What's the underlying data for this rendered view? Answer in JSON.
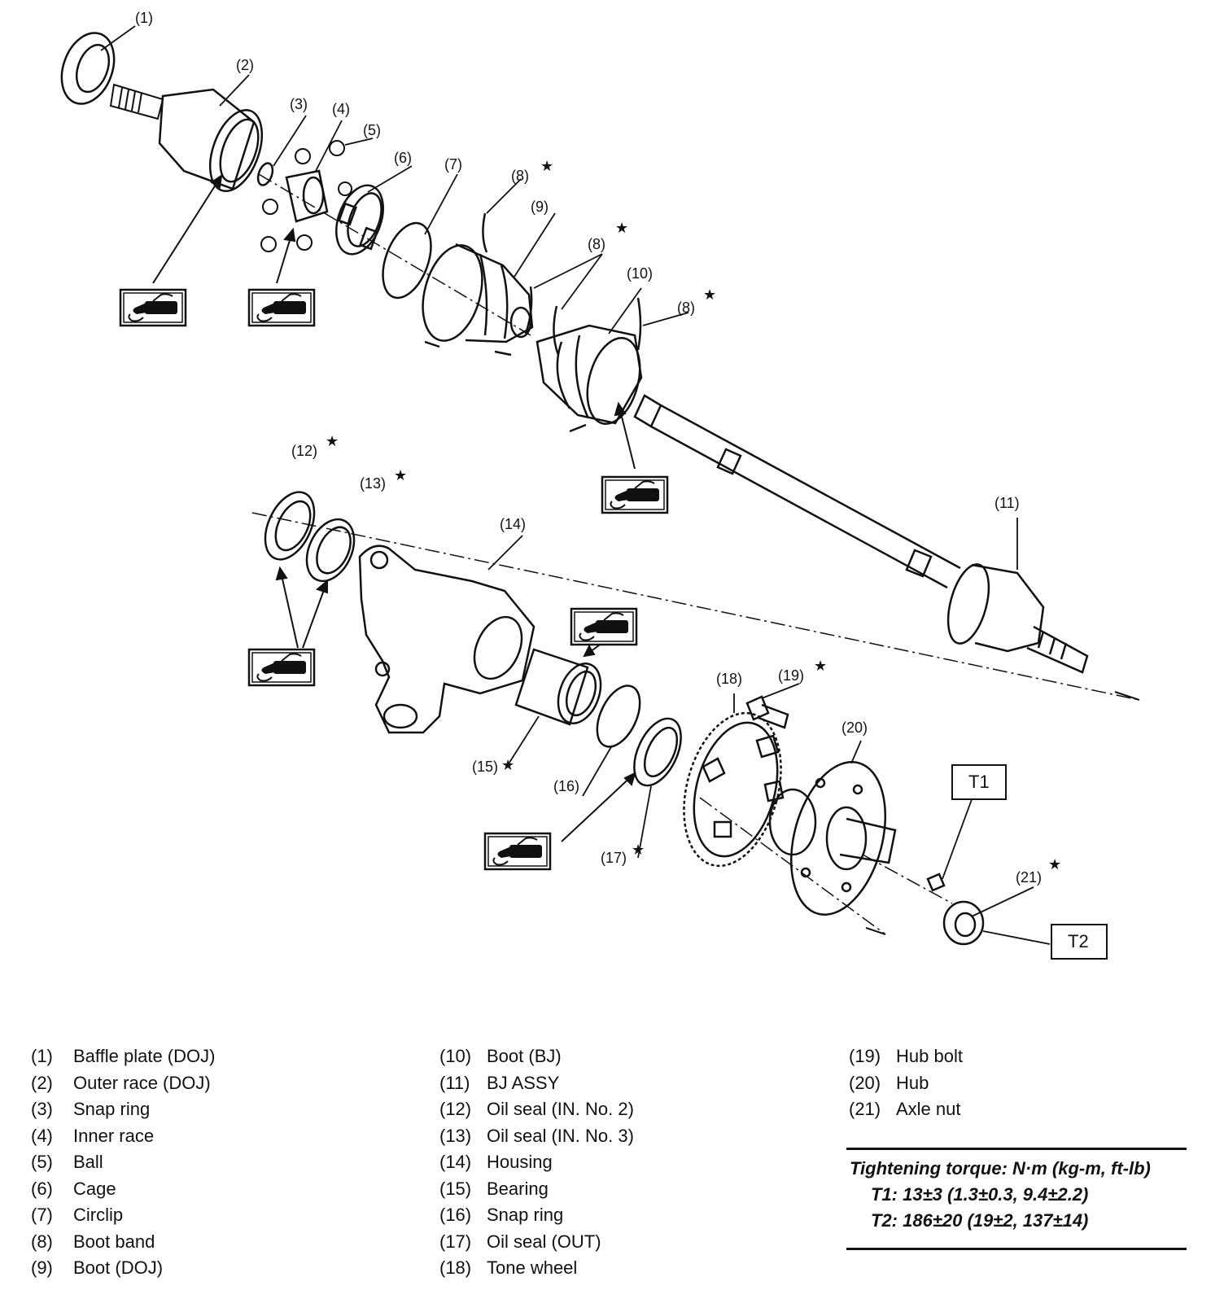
{
  "diagram": {
    "callouts": [
      "(1)",
      "(2)",
      "(3)",
      "(4)",
      "(5)",
      "(6)",
      "(7)",
      "(8)",
      "(9)",
      "(8)",
      "(10)",
      "(8)",
      "(11)",
      "(12)",
      "(13)",
      "(14)",
      "(15)",
      "(16)",
      "(17)",
      "(18)",
      "(19)",
      "(20)",
      "(21)"
    ],
    "star": "★",
    "torque_boxes": {
      "t1": "T1",
      "t2": "T2"
    }
  },
  "legend": {
    "col1": [
      {
        "num": "(1)",
        "label": "Baffle plate (DOJ)"
      },
      {
        "num": "(2)",
        "label": "Outer race (DOJ)"
      },
      {
        "num": "(3)",
        "label": "Snap ring"
      },
      {
        "num": "(4)",
        "label": "Inner race"
      },
      {
        "num": "(5)",
        "label": "Ball"
      },
      {
        "num": "(6)",
        "label": "Cage"
      },
      {
        "num": "(7)",
        "label": "Circlip"
      },
      {
        "num": "(8)",
        "label": "Boot band"
      },
      {
        "num": "(9)",
        "label": "Boot (DOJ)"
      }
    ],
    "col2": [
      {
        "num": "(10)",
        "label": "Boot (BJ)"
      },
      {
        "num": "(11)",
        "label": "BJ ASSY"
      },
      {
        "num": "(12)",
        "label": "Oil seal (IN. No. 2)"
      },
      {
        "num": "(13)",
        "label": "Oil seal (IN. No. 3)"
      },
      {
        "num": "(14)",
        "label": "Housing"
      },
      {
        "num": "(15)",
        "label": "Bearing"
      },
      {
        "num": "(16)",
        "label": "Snap ring"
      },
      {
        "num": "(17)",
        "label": "Oil seal (OUT)"
      },
      {
        "num": "(18)",
        "label": "Tone wheel"
      }
    ],
    "col3": [
      {
        "num": "(19)",
        "label": "Hub bolt"
      },
      {
        "num": "(20)",
        "label": "Hub"
      },
      {
        "num": "(21)",
        "label": "Axle nut"
      }
    ]
  },
  "torque": {
    "heading": "Tightening torque: N·m (kg-m, ft-lb)",
    "t1": "T1: 13±3 (1.3±0.3, 9.4±2.2)",
    "t2": "T2: 186±20 (19±2, 137±14)"
  }
}
